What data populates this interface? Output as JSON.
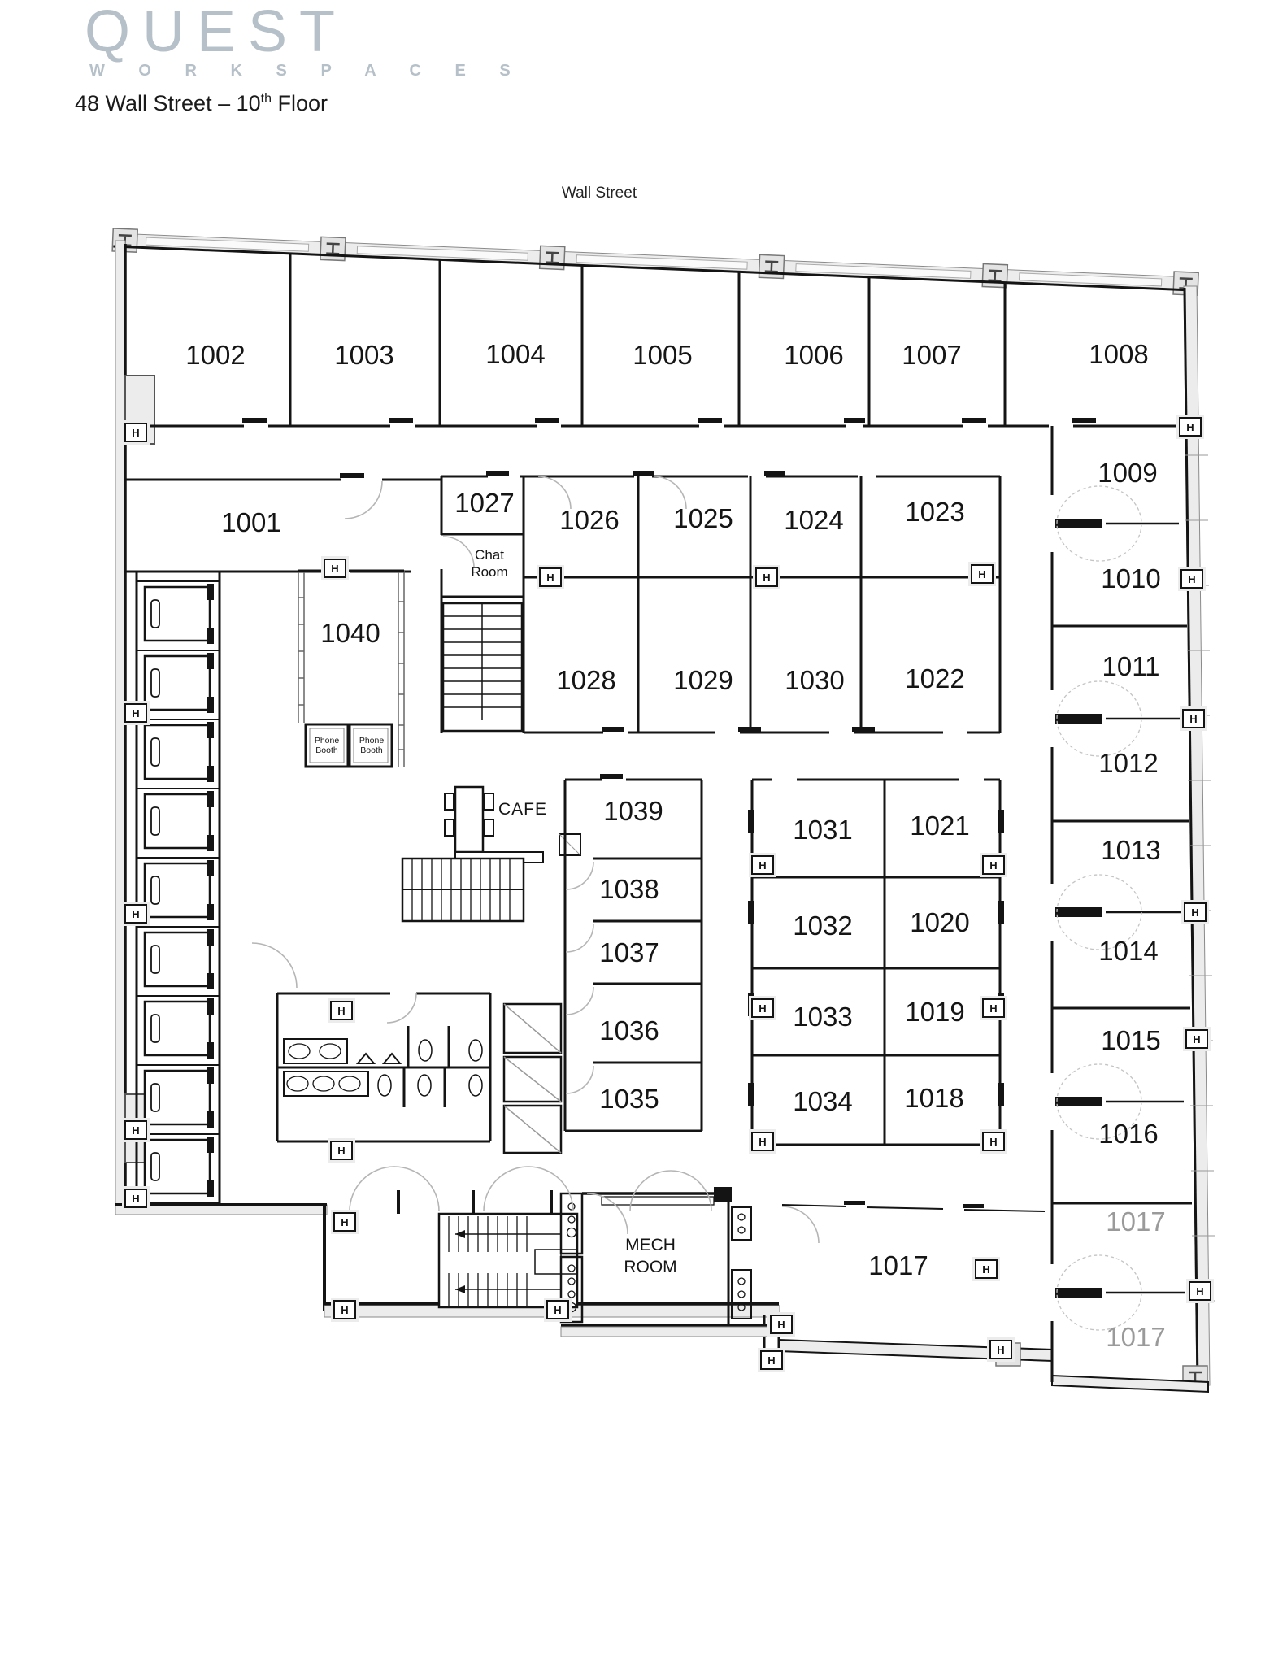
{
  "header": {
    "brand": "QUEST",
    "brand_sub": "W O R K S P A C E S",
    "title_prefix": "48 Wall Street – 10",
    "title_sup": "th",
    "title_suffix": " Floor"
  },
  "plan": {
    "street_label": "Wall Street",
    "h_marker": "H",
    "labels": {
      "chat_line1": "Chat",
      "chat_line2": "Room",
      "booth_line1": "Phone",
      "booth_line2": "Booth",
      "cafe": "CAFE",
      "mech_line1": "MECH",
      "mech_line2": "ROOM"
    },
    "rooms": {
      "r1001": "1001",
      "r1002": "1002",
      "r1003": "1003",
      "r1004": "1004",
      "r1005": "1005",
      "r1006": "1006",
      "r1007": "1007",
      "r1008": "1008",
      "r1009": "1009",
      "r1010": "1010",
      "r1011": "1011",
      "r1012": "1012",
      "r1013": "1013",
      "r1014": "1014",
      "r1015": "1015",
      "r1016": "1016",
      "r1017_main": "1017",
      "r1017_upper": "1017",
      "r1017_lower": "1017",
      "r1018": "1018",
      "r1019": "1019",
      "r1020": "1020",
      "r1021": "1021",
      "r1022": "1022",
      "r1023": "1023",
      "r1024": "1024",
      "r1025": "1025",
      "r1026": "1026",
      "r1027": "1027",
      "r1028": "1028",
      "r1029": "1029",
      "r1030": "1030",
      "r1031": "1031",
      "r1032": "1032",
      "r1033": "1033",
      "r1034": "1034",
      "r1035": "1035",
      "r1036": "1036",
      "r1037": "1037",
      "r1038": "1038",
      "r1039": "1039",
      "r1040": "1040"
    },
    "colors": {
      "wall": "#141414",
      "perimeter_band": "#ececec",
      "logo_gray": "#b6c0c8",
      "muted_room_label": "#9a9a9a",
      "door_arc": "#b5b5b5"
    }
  }
}
